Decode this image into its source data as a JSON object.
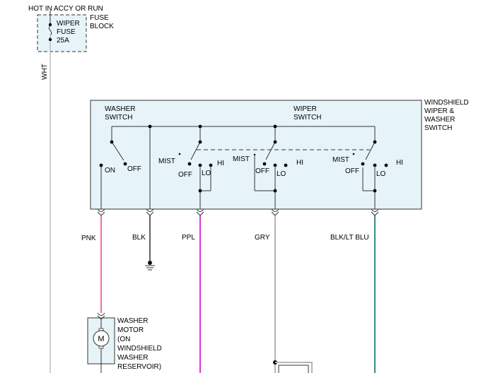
{
  "header": {
    "hot_label": "HOT IN ACCY OR RUN",
    "fuse_block_line1": "FUSE",
    "fuse_block_line2": "BLOCK"
  },
  "fuse": {
    "line1": "WIPER",
    "line2": "FUSE",
    "line3": "25A"
  },
  "feed_wire": {
    "color_code": "WHT",
    "color": "#bdbdbd"
  },
  "module": {
    "title_lines": [
      "WINDSHIELD",
      "WIPER &",
      "WASHER",
      "SWITCH"
    ],
    "fill": "#e6f4f9",
    "washer_switch": {
      "line1": "WASHER",
      "line2": "SWITCH",
      "on": "ON",
      "off": "OFF"
    },
    "wiper_switch": {
      "line1": "WIPER",
      "line2": "SWITCH"
    },
    "contact_labels": {
      "mist": "MIST",
      "off": "OFF",
      "lo": "LO",
      "hi": "HI"
    }
  },
  "wires": {
    "pnk": {
      "label": "PNK",
      "color": "#f06ea0"
    },
    "blk": {
      "label": "BLK",
      "color": "#333333"
    },
    "ppl": {
      "label": "PPL",
      "color": "#d63ad6"
    },
    "gry": {
      "label": "GRY",
      "color": "#b5b5b5"
    },
    "blk_lt_blu": {
      "label": "BLK/LT BLU",
      "color": "#3a8a7e"
    }
  },
  "motor": {
    "symbol": "M",
    "lines": [
      "WASHER",
      "MOTOR",
      "(ON",
      "WINDSHIELD",
      "WASHER",
      "RESERVOIR)"
    ]
  }
}
